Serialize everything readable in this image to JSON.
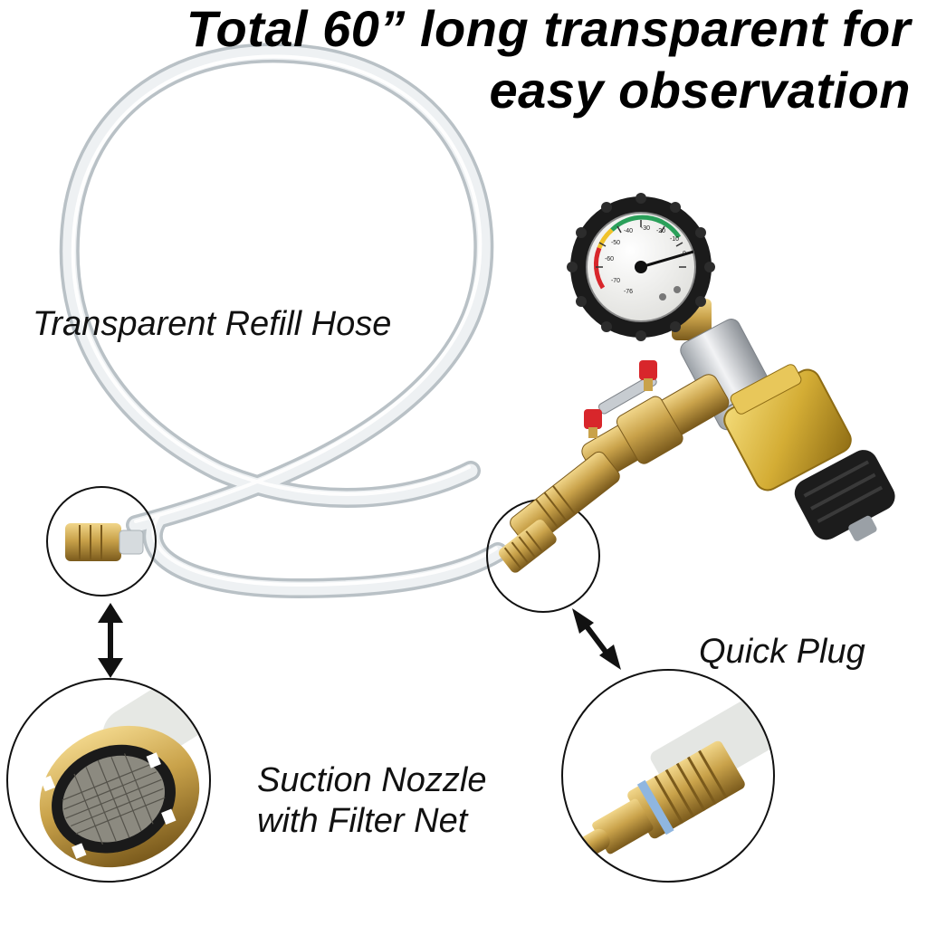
{
  "headline": {
    "line1": "Total 60” long transparent for",
    "line2": "easy observation"
  },
  "labels": {
    "hose": "Transparent Refill Hose",
    "quick_plug": "Quick Plug",
    "nozzle_line1": "Suction Nozzle",
    "nozzle_line2": "with Filter Net"
  },
  "colors": {
    "text": "#000000",
    "brass": "#c9a24a",
    "gold_fitting": "#d4ad35",
    "hose": "#dfe4e7",
    "gauge_face": "#f3f3f0",
    "gauge_rubber": "#1b1b1b",
    "valve_cap": "#d8262b"
  },
  "gauge": {
    "scale_labels": [
      "0",
      "-10",
      "-20",
      "-30",
      "-40",
      "-50",
      "-60",
      "-70",
      "-76"
    ]
  }
}
